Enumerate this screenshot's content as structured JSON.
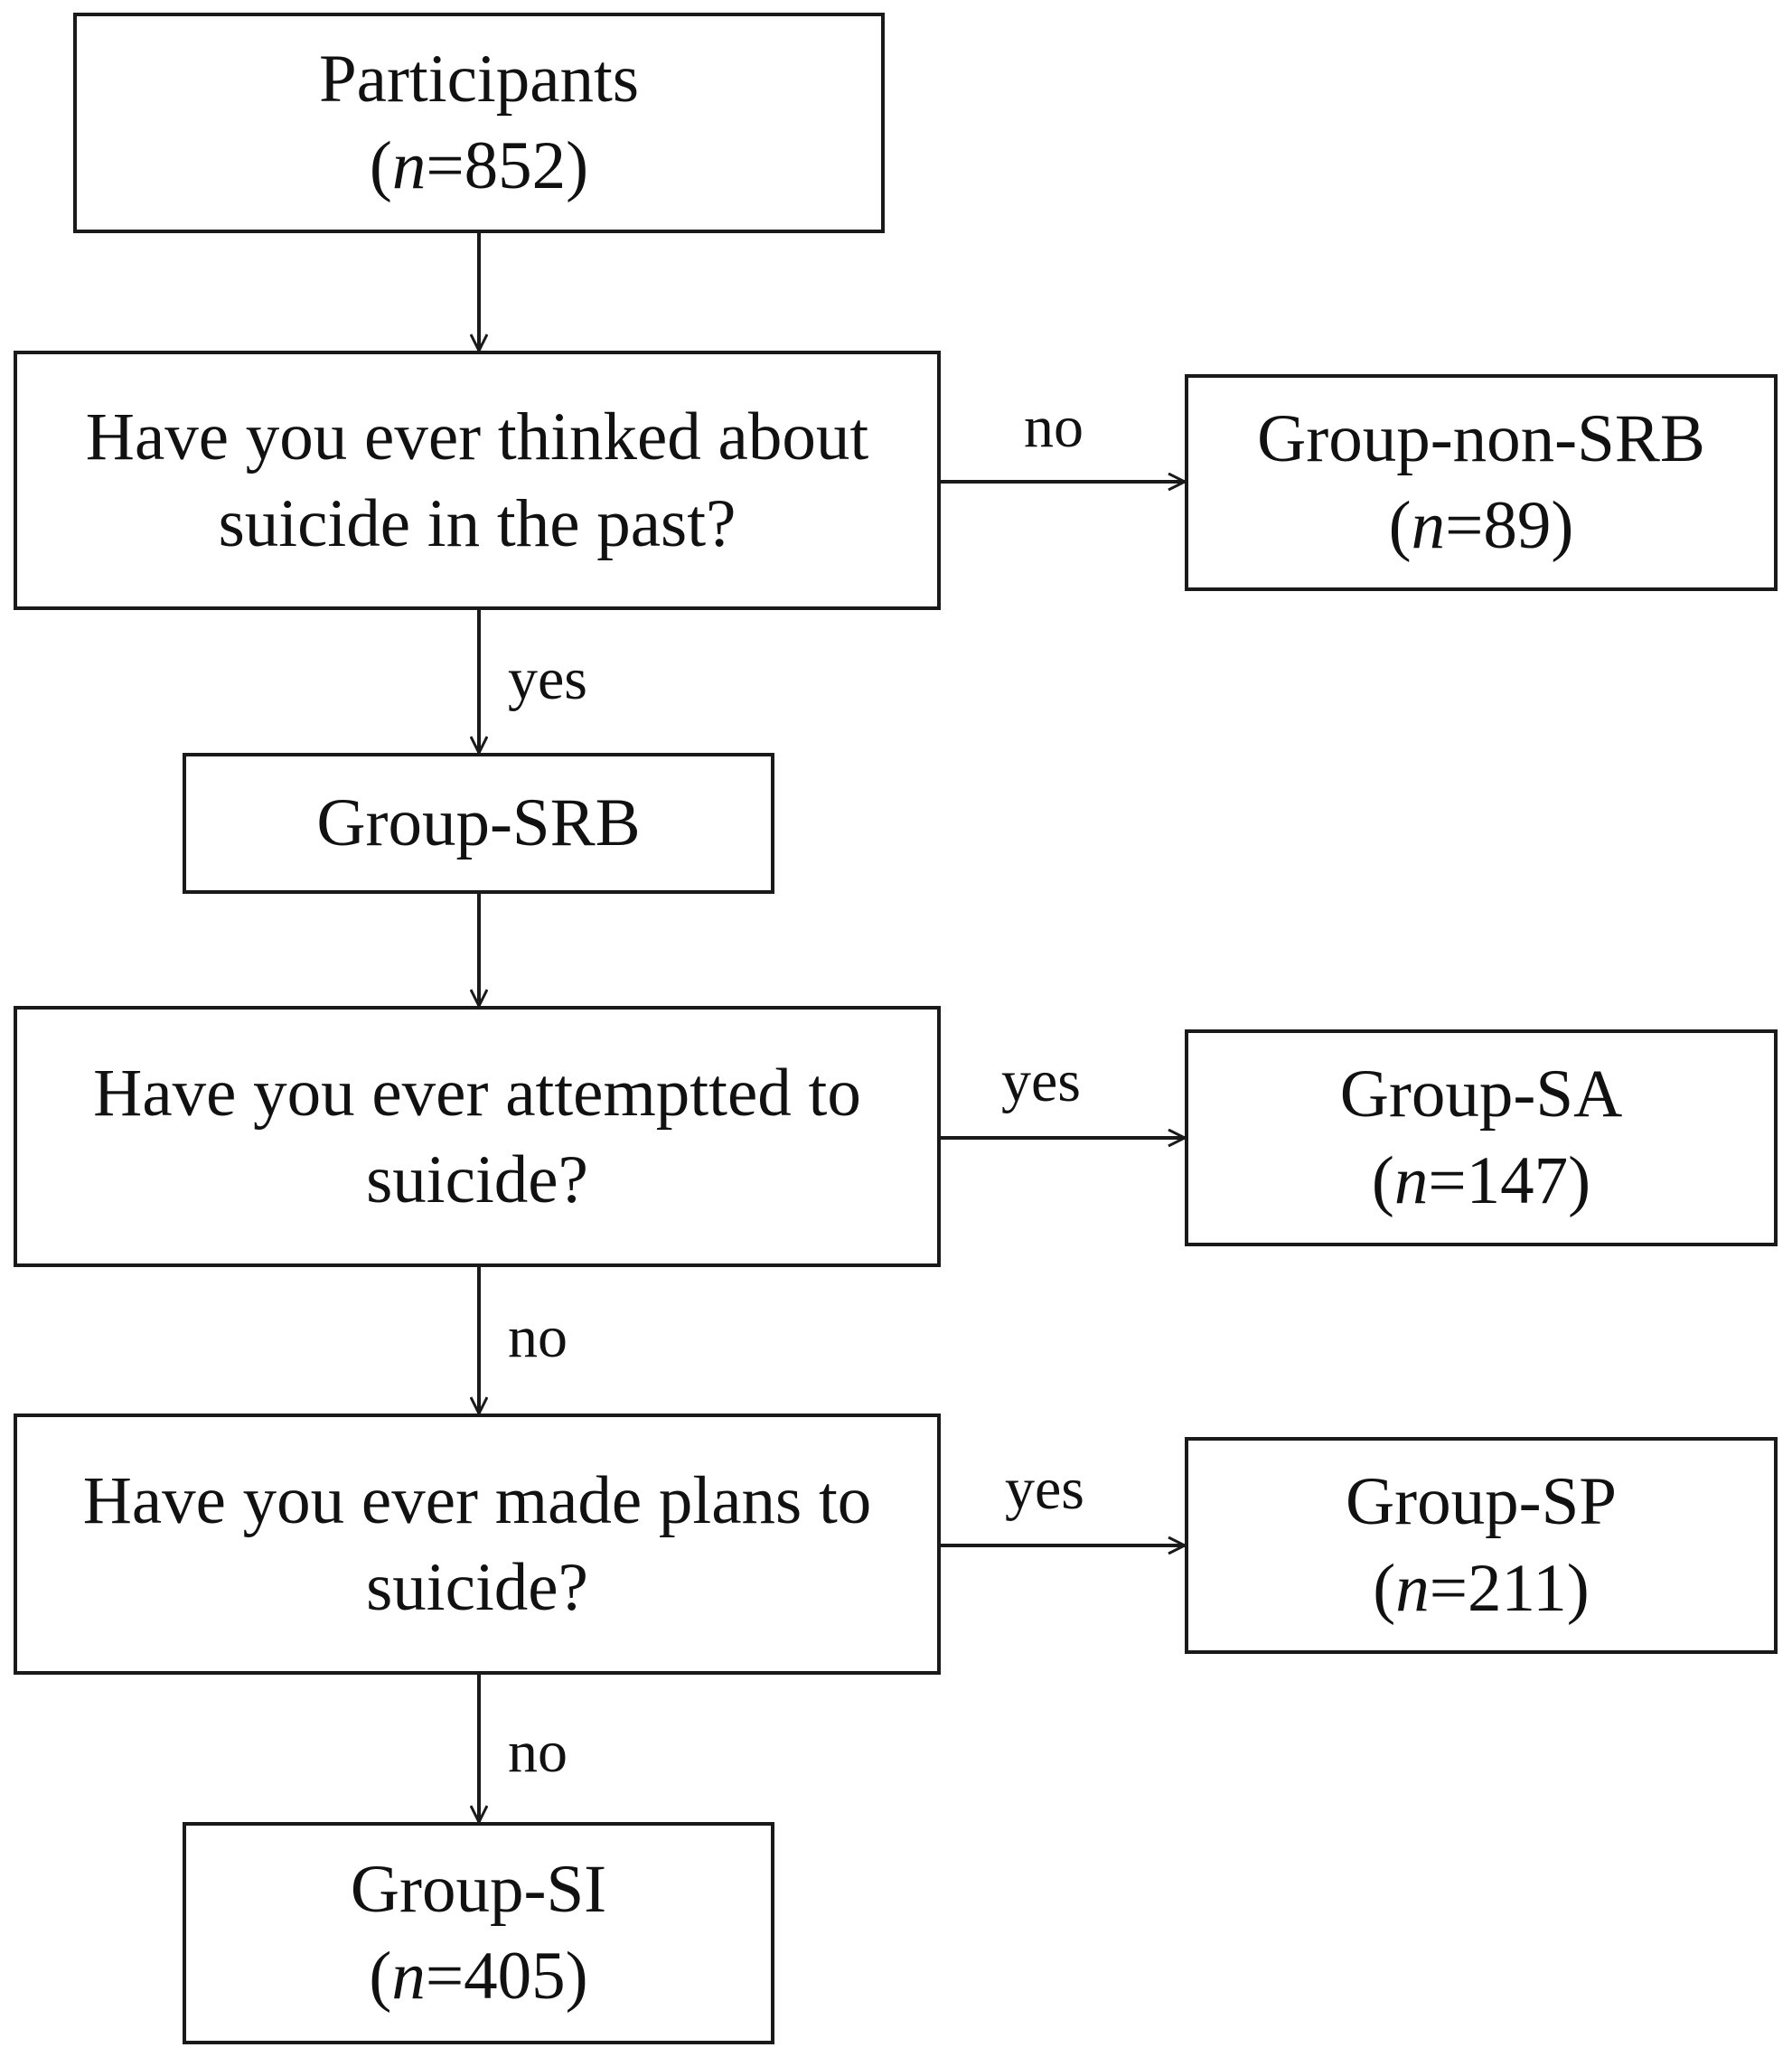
{
  "nodes": {
    "participants": {
      "label": "Participants",
      "n_prefix": "n",
      "n_value": "=852"
    },
    "q_thought": {
      "line1": "Have you ever thinked about",
      "line2": "suicide in the past?"
    },
    "group_non_srb": {
      "label": "Group-non-SRB",
      "n_prefix": "n",
      "n_value": "=89"
    },
    "group_srb": {
      "label": "Group-SRB"
    },
    "q_attempt": {
      "line1": "Have you ever attemptted to",
      "line2": "suicide?"
    },
    "group_sa": {
      "label": "Group-SA",
      "n_prefix": "n",
      "n_value": "=147"
    },
    "q_plan": {
      "line1": "Have you ever made plans to",
      "line2": "suicide?"
    },
    "group_sp": {
      "label": "Group-SP",
      "n_prefix": "n",
      "n_value": "=211"
    },
    "group_si": {
      "label": "Group-SI",
      "n_prefix": "n",
      "n_value": "=405"
    }
  },
  "edges": {
    "thought_no": "no",
    "thought_yes": "yes",
    "attempt_yes": "yes",
    "attempt_no": "no",
    "plan_yes": "yes",
    "plan_no": "no"
  }
}
